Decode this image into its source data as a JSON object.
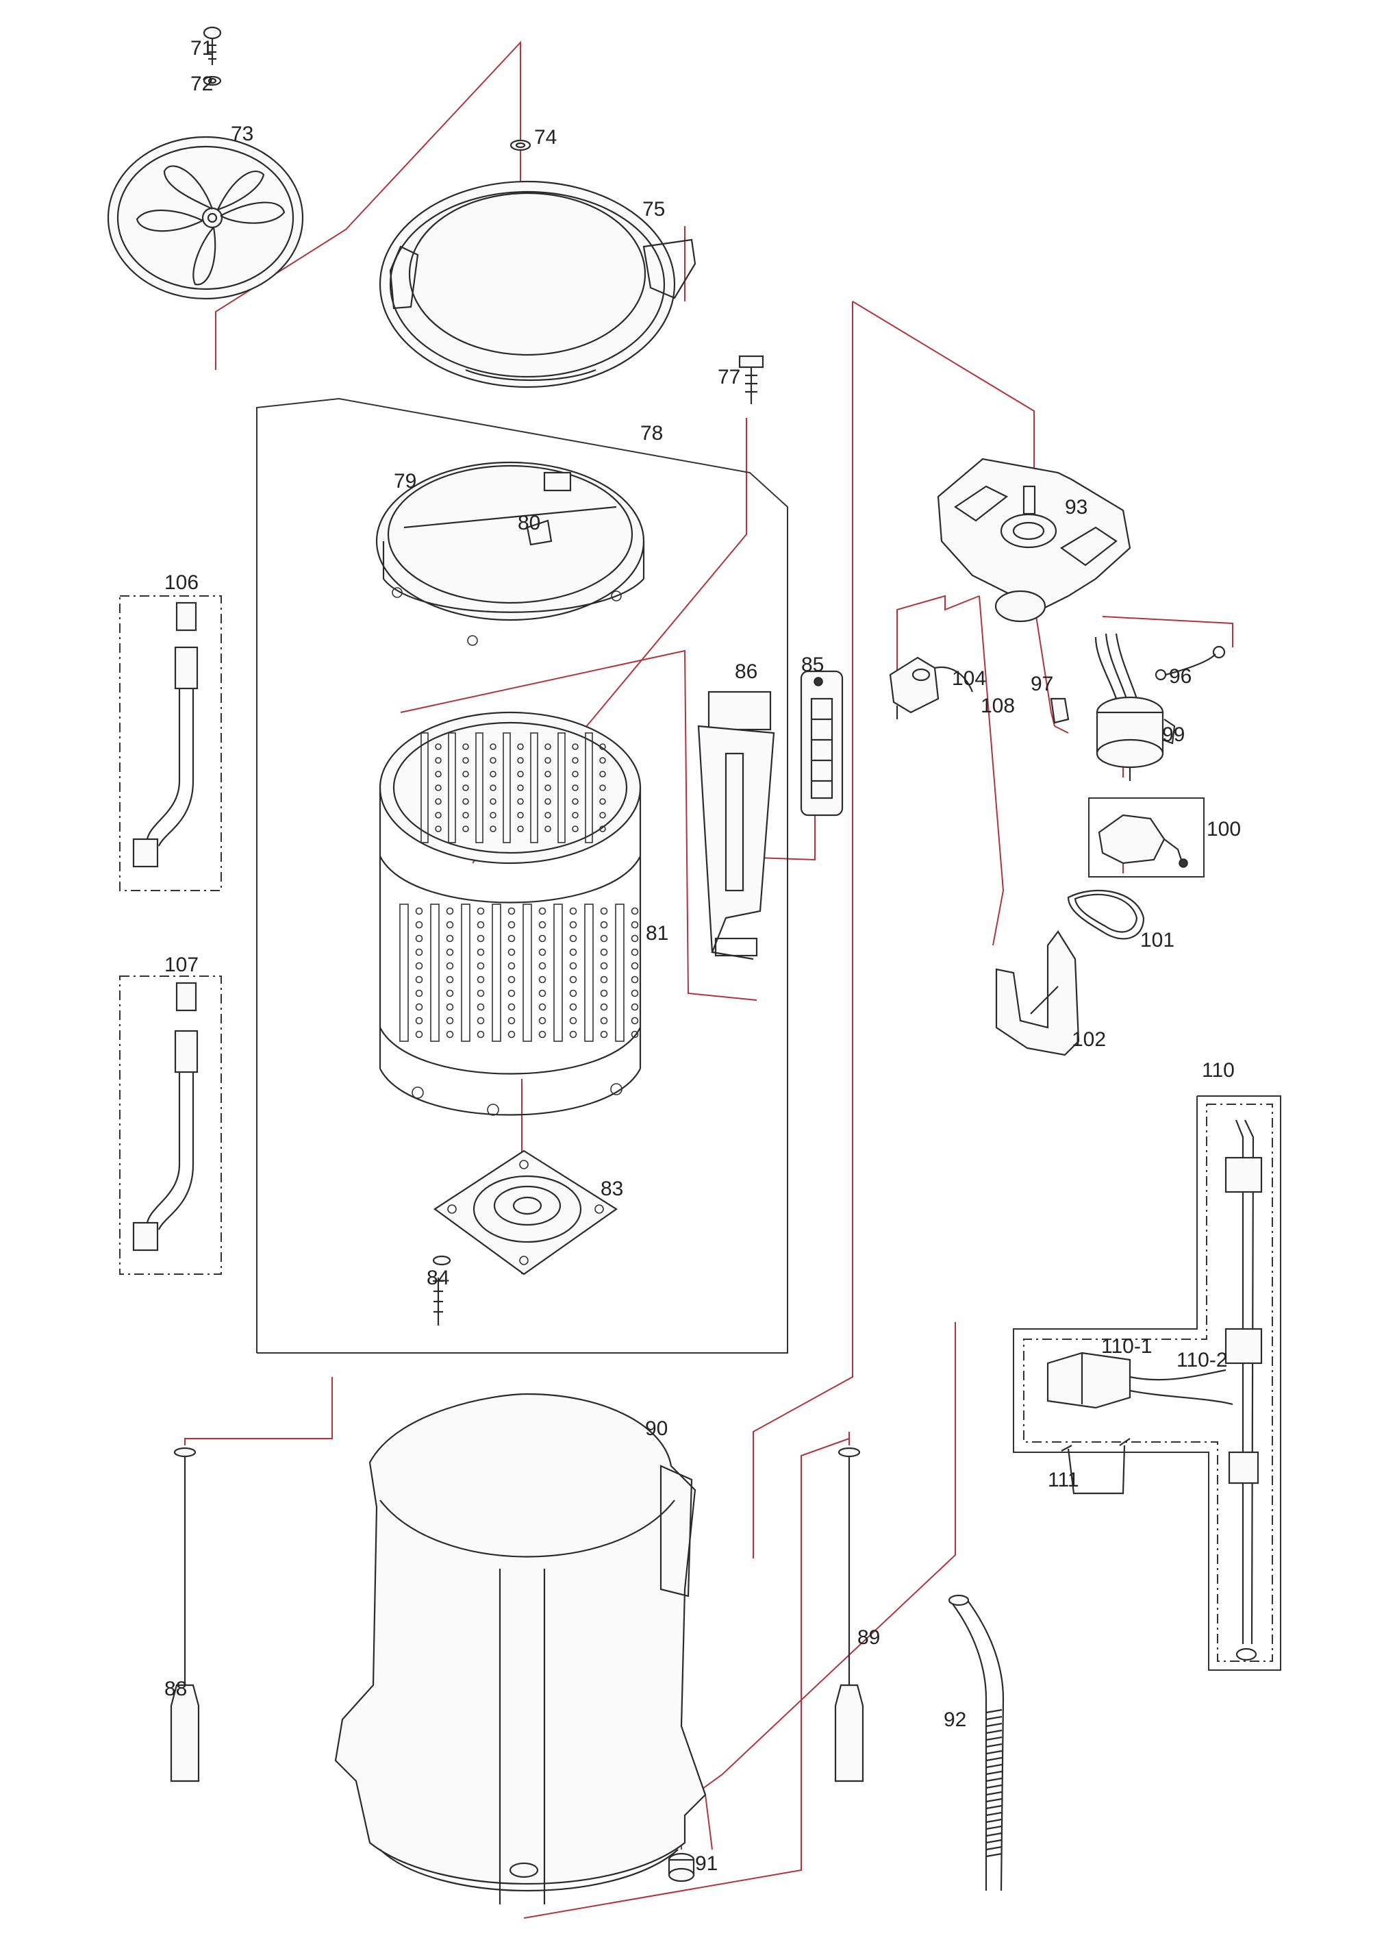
{
  "diagram": {
    "labels": {
      "p71": "71",
      "p72": "72",
      "p73": "73",
      "p74": "74",
      "p75": "75",
      "p77": "77",
      "p78": "78",
      "p79": "79",
      "p80": "80",
      "p81": "81",
      "p83": "83",
      "p84": "84",
      "p85": "85",
      "p86": "86",
      "p88": "88",
      "p89": "89",
      "p90": "90",
      "p91": "91",
      "p92": "92",
      "p93": "93",
      "p96": "96",
      "p97": "97",
      "p99": "99",
      "p100": "100",
      "p101": "101",
      "p102": "102",
      "p104": "104",
      "p106": "106",
      "p107": "107",
      "p108": "108",
      "p110": "110",
      "p110_1": "110-1",
      "p110_2": "110-2",
      "p111": "111"
    },
    "colors": {
      "leader": "#b0343c",
      "outline": "#2b2b2b"
    }
  }
}
